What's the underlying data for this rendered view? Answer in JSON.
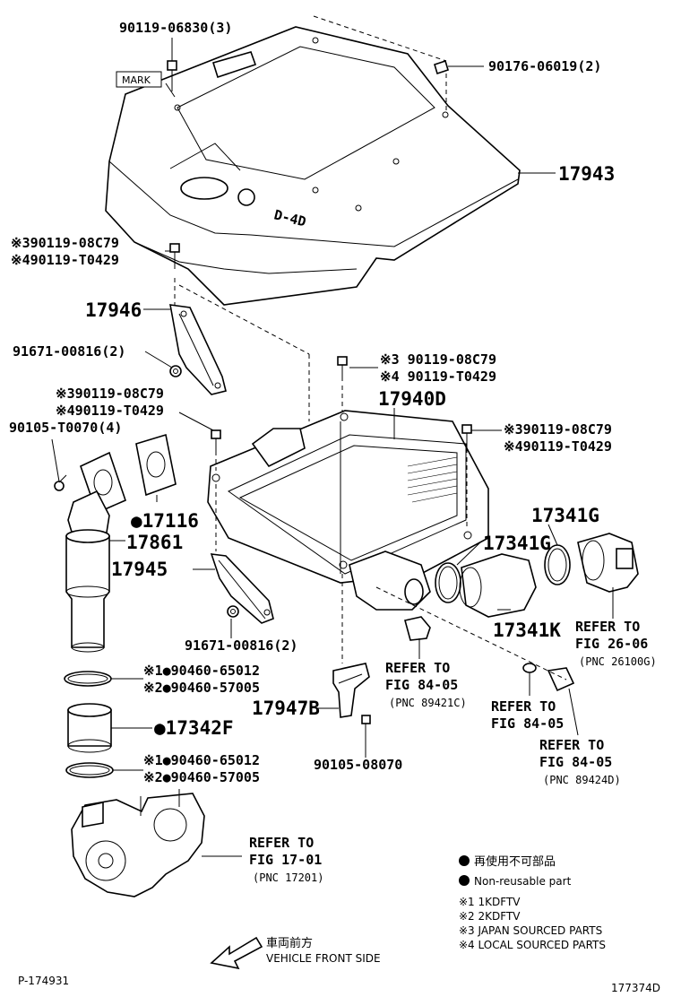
{
  "labels": {
    "p_90119_06830": "90119-06830(3)",
    "mark": "MARK",
    "p_90176_06019": "90176-06019(2)",
    "p_17943": "17943",
    "top_bolt_s3": "※390119-08C79",
    "top_bolt_s4": "※490119-T0429",
    "p_17946": "17946",
    "p_91671_a": "91671-00816(2)",
    "mid_bolt_s3": "※390119-08C79",
    "mid_bolt_s4": "※490119-T0429",
    "p_90105_t0070": "90105-T0070(4)",
    "center_bolt_s3": "※3 90119-08C79",
    "center_bolt_s4": "※4 90119-T0429",
    "p_17940d": "17940D",
    "right_bolt_s3": "※390119-08C79",
    "right_bolt_s4": "※490119-T0429",
    "p_17116": "●17116",
    "p_17861": "17861",
    "p_17341g_a": "17341G",
    "p_17341g_b": "17341G",
    "p_17945": "17945",
    "p_17341k": "17341K",
    "p_91671_b": "91671-00816(2)",
    "clamp1_s1": "※1●90460-65012",
    "clamp1_s2": "※2●90460-57005",
    "p_17947b": "17947B",
    "p_17342f": "●17342F",
    "p_90105_08070": "90105-08070",
    "clamp2_s1": "※1●90460-65012",
    "clamp2_s2": "※2●90460-57005"
  },
  "refs": {
    "fig26": {
      "refer": "REFER TO",
      "fig": "FIG 26-06",
      "pnc": "(PNC 26100G)"
    },
    "fig84a": {
      "refer": "REFER TO",
      "fig": "FIG 84-05",
      "pnc": "(PNC 89421C)"
    },
    "fig84b": {
      "refer": "REFER TO",
      "fig": "FIG 84-05"
    },
    "fig84c": {
      "refer": "REFER TO",
      "fig": "FIG 84-05",
      "pnc": "(PNC 89424D)"
    },
    "fig17": {
      "refer": "REFER TO",
      "fig": "FIG 17-01",
      "pnc": "(PNC 17201)"
    }
  },
  "legend": {
    "jp_text": "再使用不可部品",
    "en_text": "Non-reusable part",
    "note1": "※1 1KDFTV",
    "note2": "※2 2KDFTV",
    "note3": "※3 JAPAN SOURCED PARTS",
    "note4": "※4 LOCAL SOURCED PARTS"
  },
  "direction": {
    "jp": "車両前方",
    "en": "VEHICLE FRONT SIDE"
  },
  "footer": {
    "left_id": "P-174931",
    "right_id": "177374D"
  },
  "emblem_text": "D-4D"
}
